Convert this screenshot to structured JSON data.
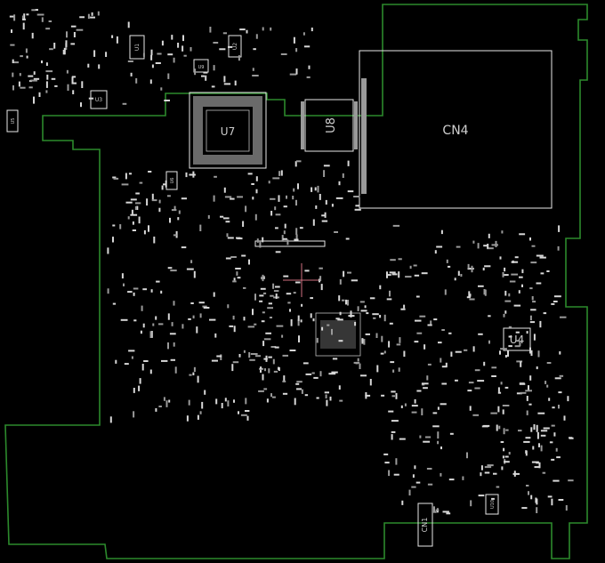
{
  "board": {
    "background": "#000000",
    "outline_color": "#2c8a2c",
    "silkscreen_color": "#e8e8e8",
    "crosshair_color": "#d07080"
  },
  "components": {
    "cn4": "CN4",
    "u7": "U7",
    "u8": "U8",
    "u4": "U4",
    "cn1": "CN1",
    "u1": "U1",
    "u3": "U3",
    "u2": "U2",
    "u5": "U5",
    "u6": "U6",
    "u9": "U9",
    "u10": "U10"
  }
}
